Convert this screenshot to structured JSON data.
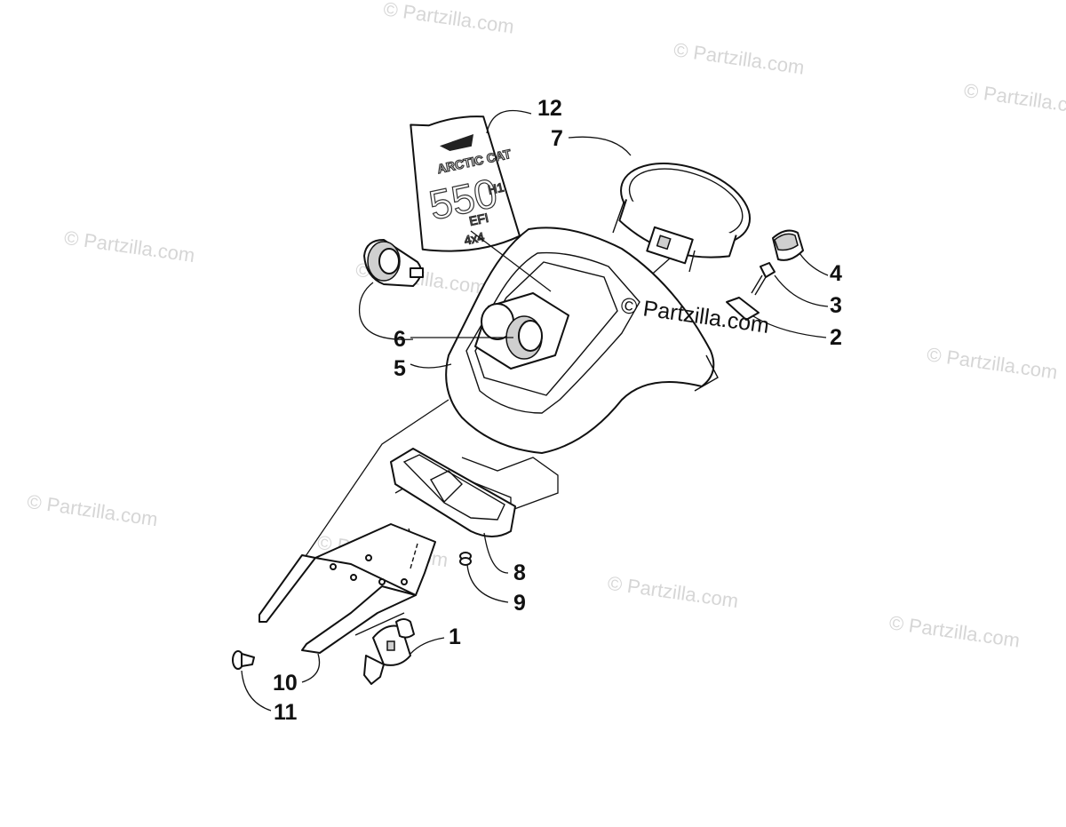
{
  "watermark": {
    "text": "© Partzilla.com",
    "center_text": "© Partzilla.com"
  },
  "decal": {
    "brand": "ARCTIC CAT",
    "model": "550",
    "model_suffix": "H1",
    "line3": "EFI",
    "line4": "4x4"
  },
  "callouts": [
    {
      "number": "1",
      "part": "ignition-switch"
    },
    {
      "number": "2",
      "part": "switch-nut"
    },
    {
      "number": "3",
      "part": "key"
    },
    {
      "number": "4",
      "part": "switch-knob"
    },
    {
      "number": "5",
      "part": "instrument-pod"
    },
    {
      "number": "6",
      "part": "power-outlet"
    },
    {
      "number": "7",
      "part": "speedometer"
    },
    {
      "number": "8",
      "part": "pod-bracket-cover"
    },
    {
      "number": "9",
      "part": "grommet"
    },
    {
      "number": "10",
      "part": "mounting-bracket"
    },
    {
      "number": "11",
      "part": "push-rivet"
    },
    {
      "number": "12",
      "part": "decal"
    }
  ]
}
